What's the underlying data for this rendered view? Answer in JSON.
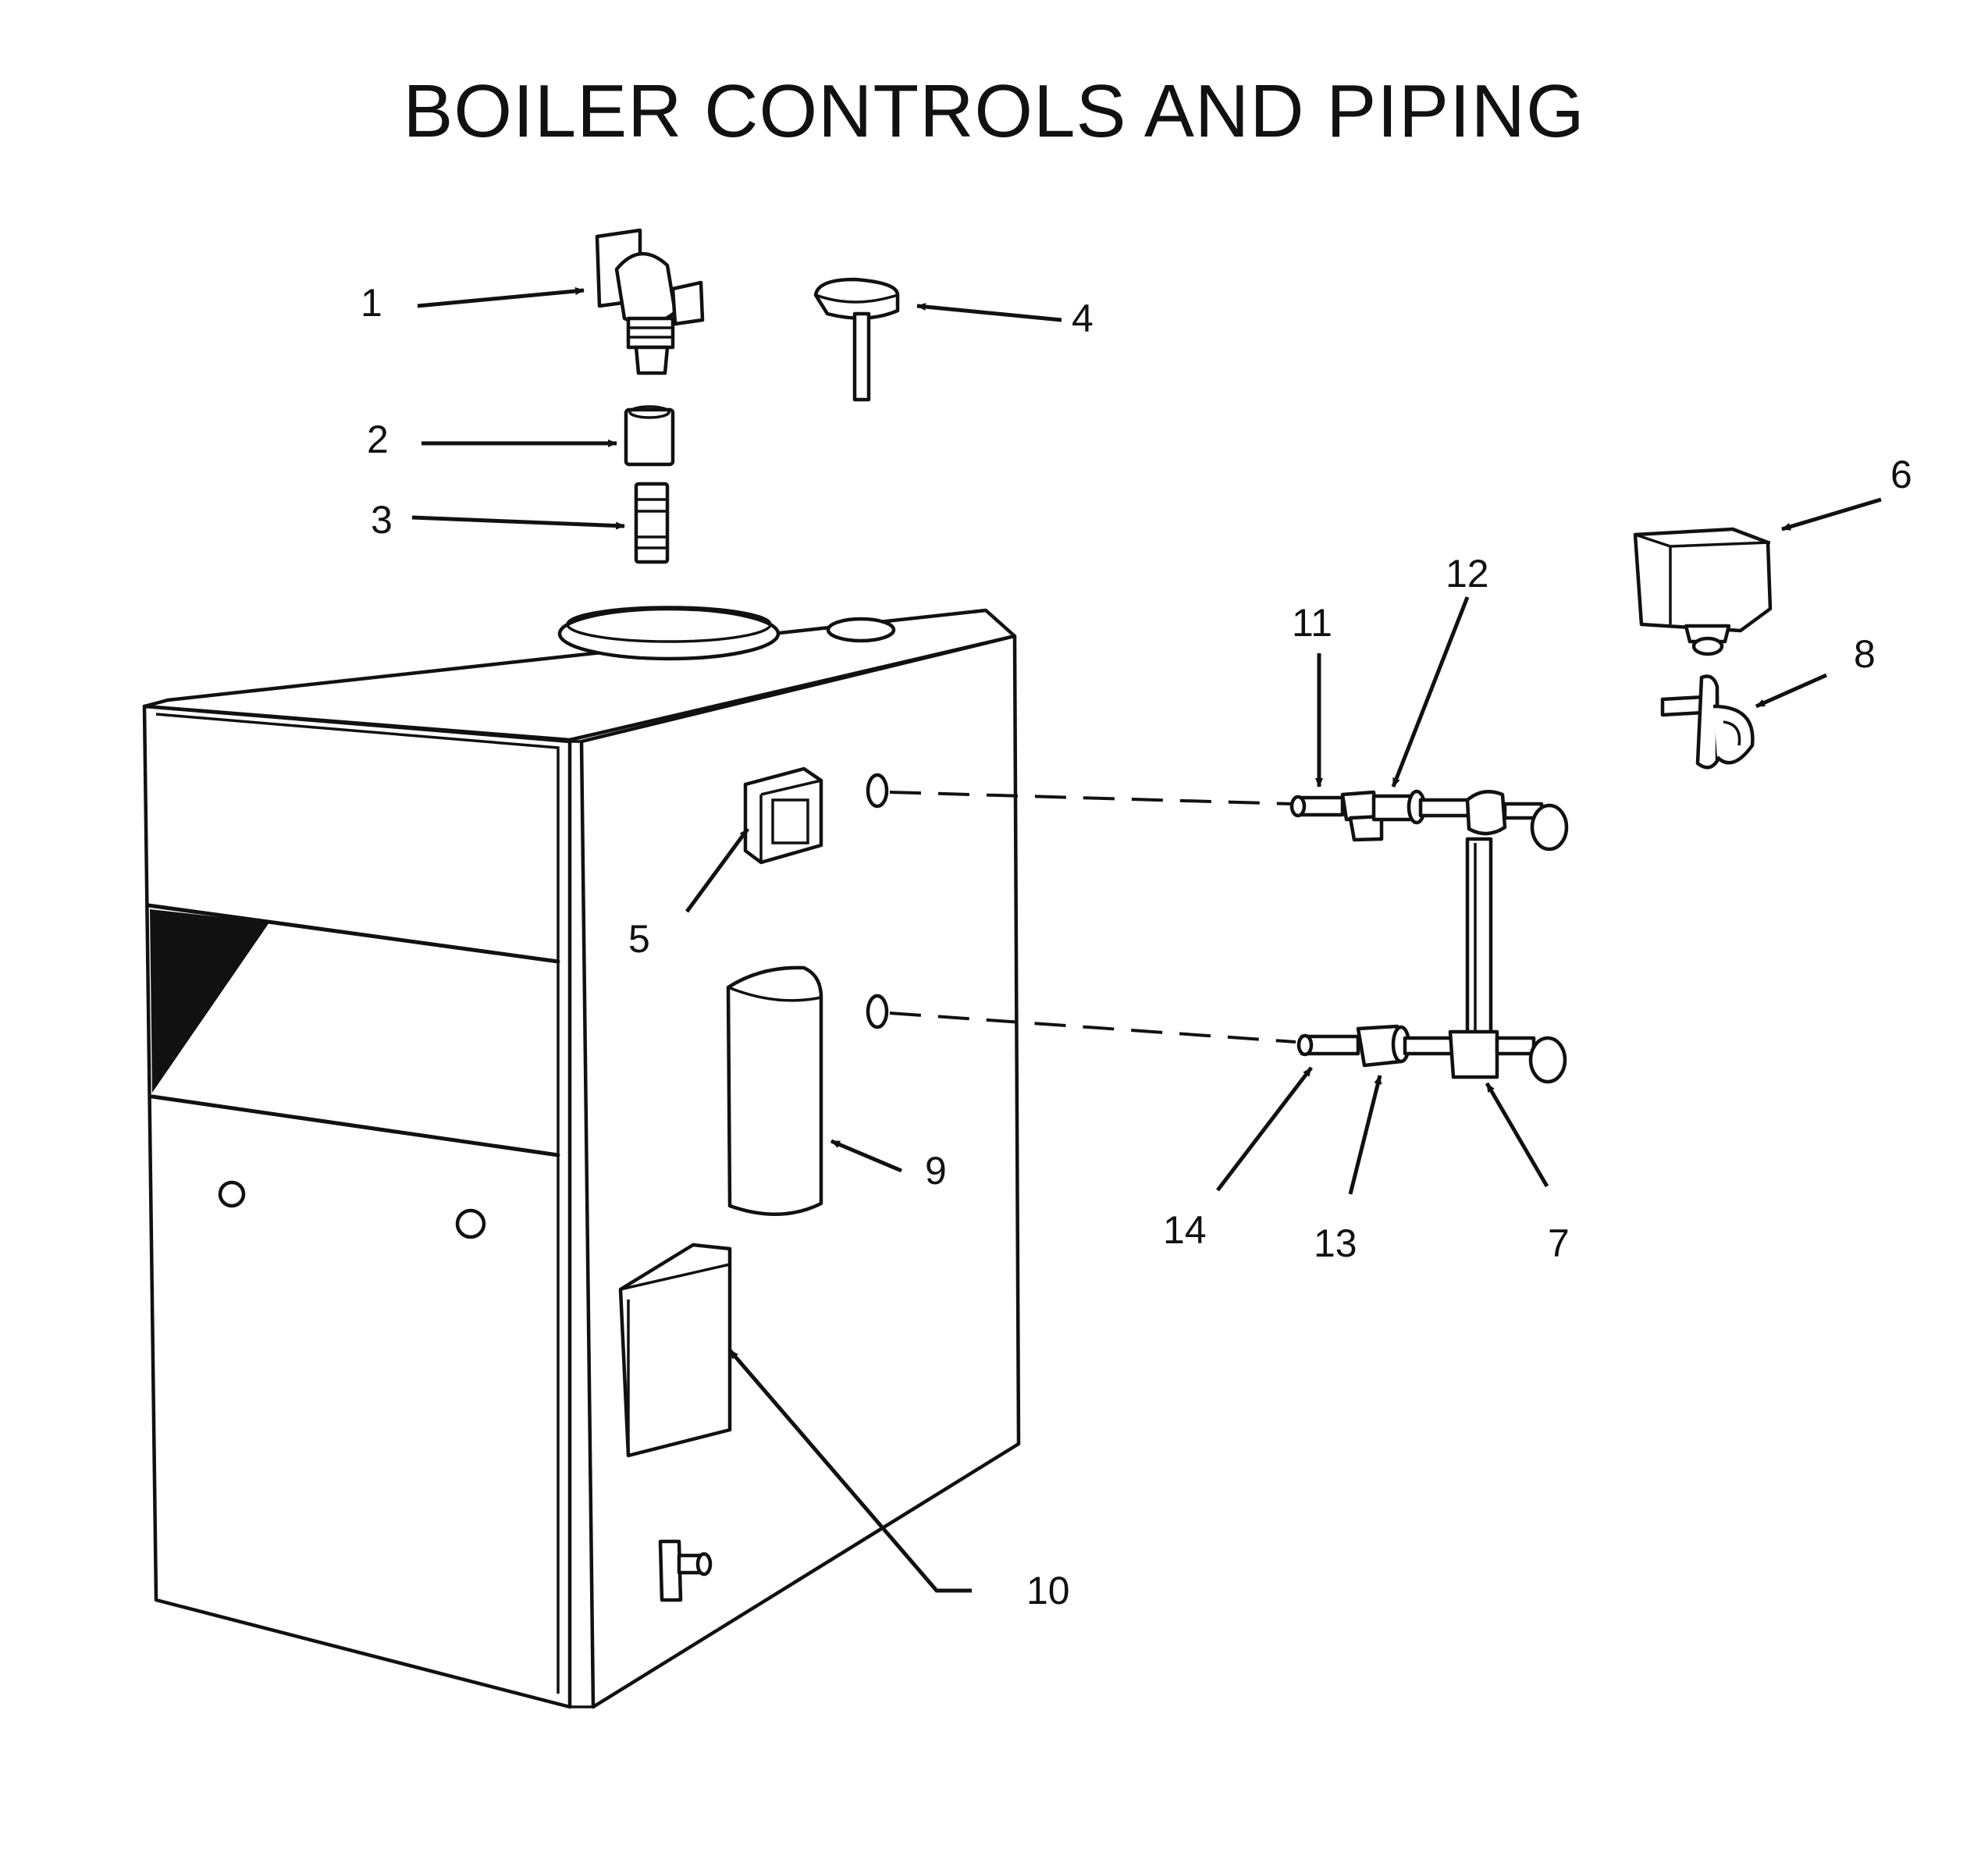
{
  "title": "BOILER CONTROLS AND PIPING",
  "callouts": [
    {
      "id": "1",
      "label": "1"
    },
    {
      "id": "2",
      "label": "2"
    },
    {
      "id": "3",
      "label": "3"
    },
    {
      "id": "4",
      "label": "4"
    },
    {
      "id": "5",
      "label": "5"
    },
    {
      "id": "6",
      "label": "6"
    },
    {
      "id": "7",
      "label": "7"
    },
    {
      "id": "8",
      "label": "8"
    },
    {
      "id": "9",
      "label": "9"
    },
    {
      "id": "10",
      "label": "10"
    },
    {
      "id": "11",
      "label": "11"
    },
    {
      "id": "12",
      "label": "12"
    },
    {
      "id": "13",
      "label": "13"
    },
    {
      "id": "14",
      "label": "14"
    }
  ]
}
